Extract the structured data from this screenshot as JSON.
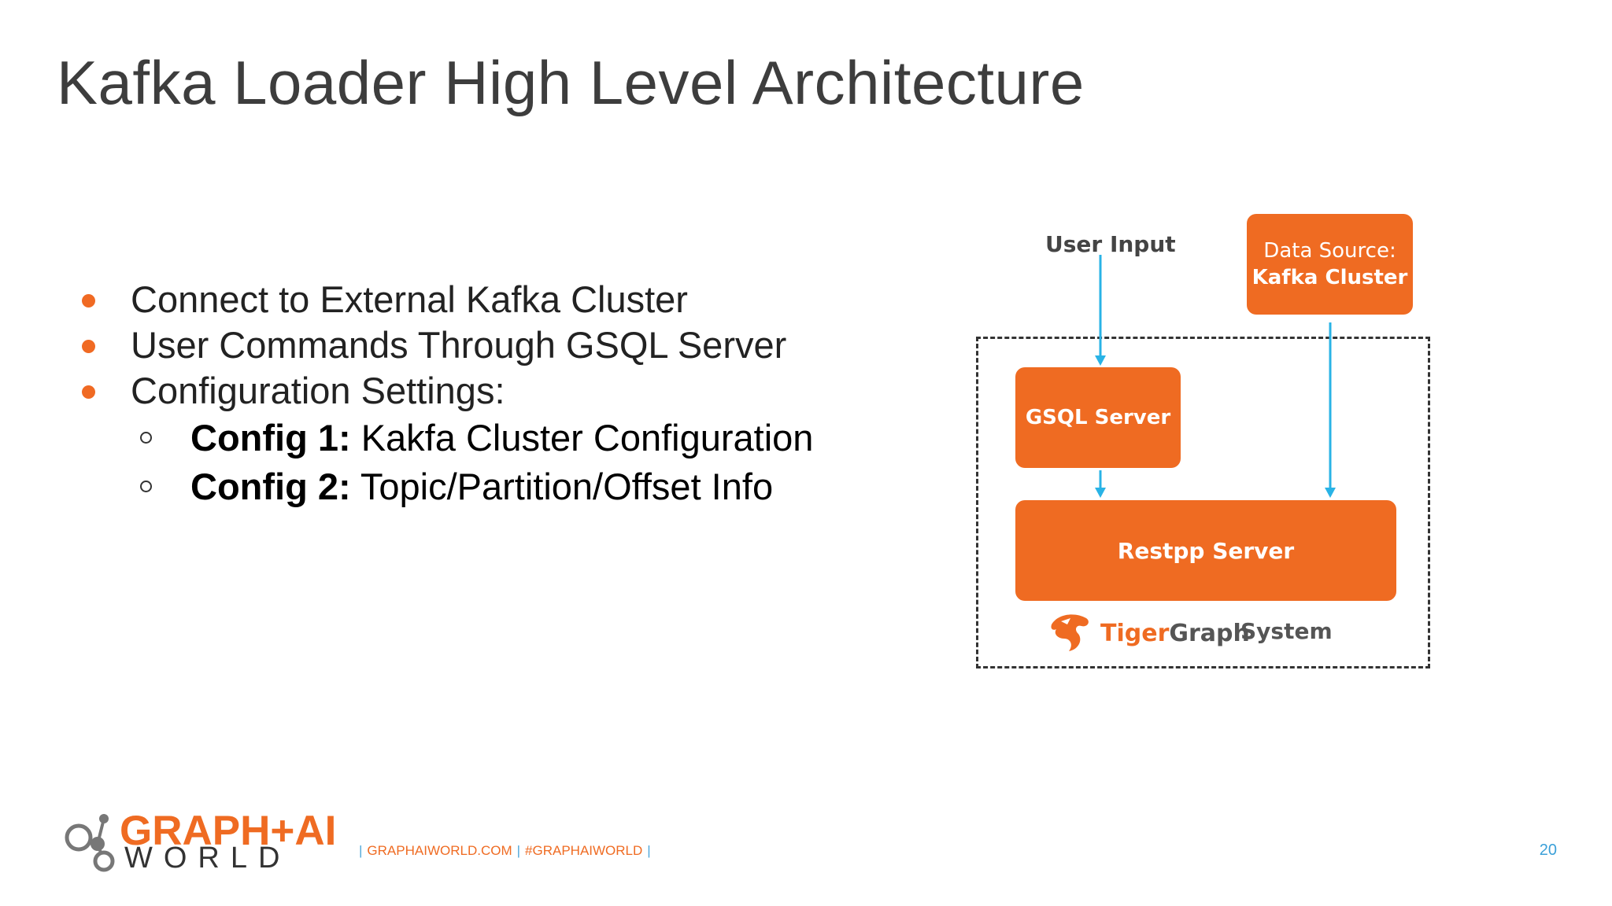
{
  "slide": {
    "title": "Kafka Loader High Level Architecture",
    "bullets": [
      "Connect to External Kafka Cluster",
      "User Commands Through GSQL Server",
      "Configuration Settings:"
    ],
    "sub_bullets": [
      {
        "label": "Config 1:",
        "text": " Kakfa Cluster Configuration"
      },
      {
        "label": "Config 2:",
        "text": " Topic/Partition/Offset Info"
      }
    ]
  },
  "diagram": {
    "user_input": "User Input",
    "data_source_line1": "Data Source:",
    "data_source_line2": "Kafka Cluster",
    "gsql_server": "GSQL Server",
    "restpp_server": "Restpp Server",
    "tiger_part": "Tiger",
    "graph_part": "Graph",
    "system": "System",
    "colors": {
      "box": "#ef6b22",
      "arrow": "#29b3e6"
    }
  },
  "footer": {
    "logo_line1": "GRAPH+AI",
    "logo_line2": "WORLD",
    "url": "GRAPHAIWORLD.COM",
    "hashtag": "#GRAPHAIWORLD",
    "page_number": "20"
  }
}
